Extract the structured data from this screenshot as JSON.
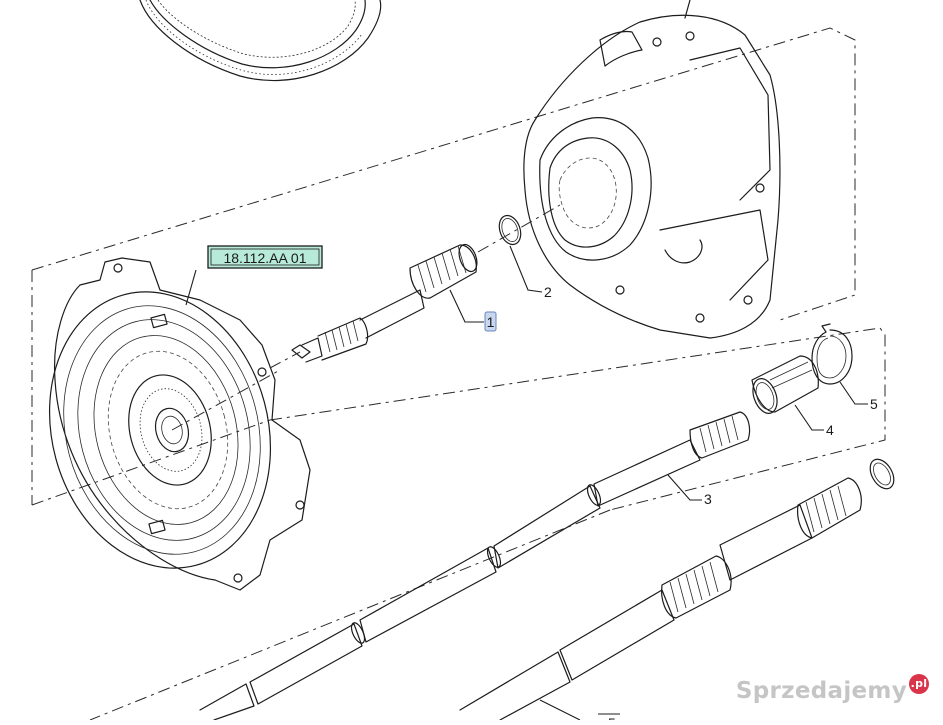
{
  "diagram": {
    "group_reference": "18.112.AA 01",
    "callouts": [
      {
        "id": "1",
        "label": "1",
        "highlighted": true
      },
      {
        "id": "2",
        "label": "2"
      },
      {
        "id": "3",
        "label": "3"
      },
      {
        "id": "4",
        "label": "4"
      },
      {
        "id": "5",
        "label": "5"
      },
      {
        "id": "6",
        "label": "5"
      }
    ]
  },
  "watermark": {
    "text": "Sprzedajemy",
    "badge": ".pl"
  },
  "colors": {
    "reference_box_fill": "#b7ead8",
    "callout_1_fill": "#c8d6ee",
    "line": "#1c1c1c",
    "watermark_badge": "#d9344a"
  }
}
